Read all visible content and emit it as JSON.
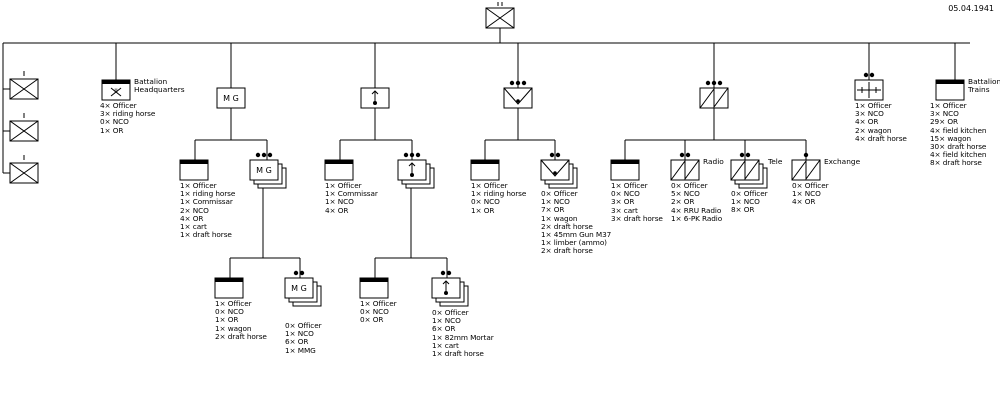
{
  "date": "05.04.1941",
  "labels": {
    "bn_hq": [
      "Battalion",
      "Headquarters"
    ],
    "bn_trains": [
      "Battalion",
      "Trains"
    ],
    "radio": "Radio",
    "tele": "Tele",
    "exchange": "Exchange",
    "mg": "M G",
    "pip_roman": "II"
  },
  "units": {
    "bn_hq": {
      "main": [
        "4× Officer",
        "3× riding horse",
        "0× NCO",
        "1× OR"
      ],
      "extra": []
    },
    "mg_co": {
      "main": [
        "1× Officer",
        "1× riding horse",
        "1× Commissar",
        "2× NCO",
        "4× OR"
      ],
      "extra": [
        "1× cart",
        "1× draft horse"
      ]
    },
    "mg_plt_hq": {
      "main": [
        "1× Officer",
        "0× NCO",
        "1× OR"
      ],
      "extra": [
        "1× wagon",
        "2× draft horse"
      ]
    },
    "mg_sec": {
      "main": [
        "0× Officer",
        "1× NCO",
        "6× OR",
        "1× MMG"
      ],
      "extra": []
    },
    "mtr_co": {
      "main": [
        "1× Officer",
        "1× Commissar",
        "1× NCO",
        "4× OR"
      ],
      "extra": []
    },
    "mtr_plt_hq": {
      "main": [
        "1× Officer",
        "0× NCO",
        "0× OR"
      ],
      "extra": []
    },
    "mtr_sec": {
      "main": [
        "0× Officer",
        "1× NCO",
        "6× OR"
      ],
      "extra": [
        "1× 82mm Mortar",
        "1× cart",
        "1× draft horse"
      ]
    },
    "at_plt_hq": {
      "main": [
        "1× Officer",
        "1× riding horse",
        "0× NCO",
        "1× OR"
      ],
      "extra": []
    },
    "at_sec": {
      "main": [
        "0× Officer",
        "1× NCO",
        "7× OR"
      ],
      "extra": [
        "1× wagon",
        "2× draft horse",
        "1× 45mm Gun M37",
        "1× limber (ammo)",
        "2× draft horse"
      ]
    },
    "sig_hq": {
      "main": [
        "1× Officer",
        "0× NCO",
        "3× OR"
      ],
      "extra": [
        "3× cart",
        "3× draft horse"
      ]
    },
    "sig_radio": {
      "main": [
        "0× Officer",
        "5× NCO",
        "2× OR",
        "4× RRU Radio",
        "1× 6-PK Radio"
      ],
      "extra": []
    },
    "sig_tele": {
      "main": [
        "0× Officer",
        "1× NCO",
        "8× OR"
      ],
      "extra": []
    },
    "sig_exchange": {
      "main": [
        "0× Officer",
        "1× NCO",
        "4× OR"
      ],
      "extra": []
    },
    "med": {
      "main": [
        "1× Officer",
        "3× NCO",
        "4× OR"
      ],
      "extra": [
        "2× wagon",
        "4× draft horse"
      ]
    },
    "trains": {
      "main": [
        "1× Officer",
        "3× NCO",
        "29× OR",
        "4× field kitchen"
      ],
      "extra": [
        "15× wagon",
        "30× draft horse",
        "4× field kitchen",
        "8× draft horse"
      ]
    }
  }
}
